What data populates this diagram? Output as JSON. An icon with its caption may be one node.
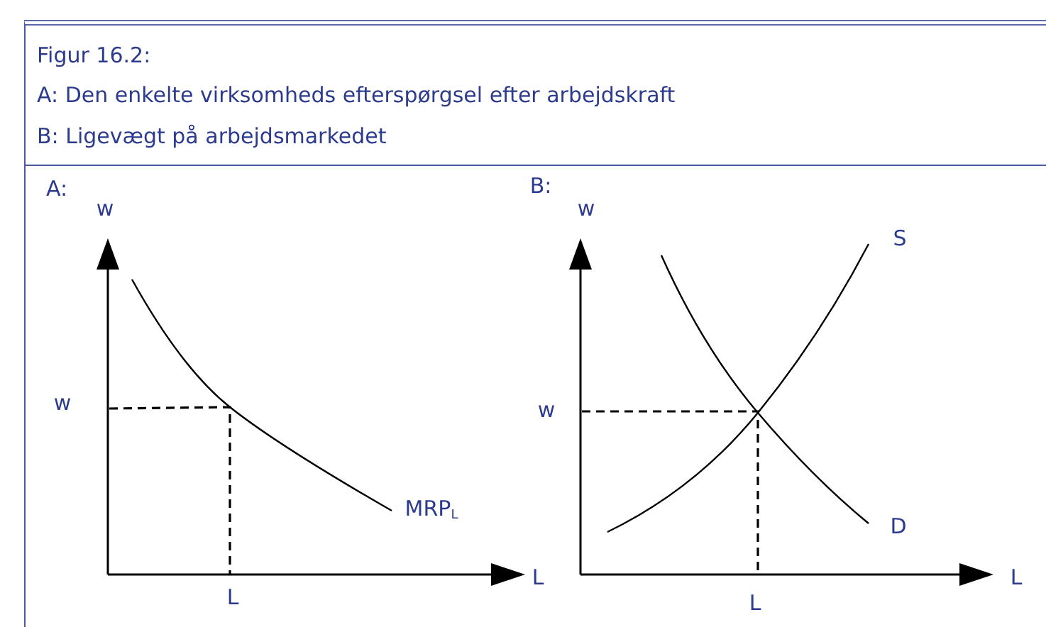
{
  "diagram": {
    "title": "Figur 16.2:",
    "labels": [
      "A: Den enkelte virksomheds efterspørgsel efter arbejdskraft",
      "B: Ligevægt på arbejdsmarkedet",
      "A:",
      "w",
      "w",
      "MRP$_{L}$",
      "L",
      "L",
      "B:",
      "w",
      "S",
      "w",
      "D",
      "L",
      "L"
    ]
  }
}
